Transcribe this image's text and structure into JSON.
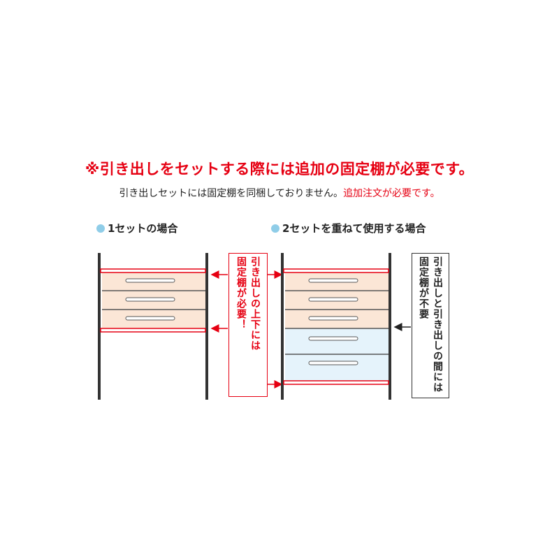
{
  "headline": "※引き出しをセットする際には追加の固定棚が必要です。",
  "subline": {
    "black": "引き出しセットには固定棚を同梱しておりません。",
    "red": "追加注文が必要です。"
  },
  "sections": [
    {
      "label": "1セットの場合"
    },
    {
      "label": "2セットを重ねて使用する場合"
    }
  ],
  "callouts": {
    "red_box": {
      "col1": "引き出しの上下には",
      "col2": "固定棚が必要！"
    },
    "black_box": {
      "col1": "引き出しと引き出しの間には",
      "col2": "固定棚が不要"
    }
  },
  "colors": {
    "accent_red": "#e60012",
    "drawer_peach": "#fbe6d6",
    "drawer_blue": "#e5f3fb",
    "bullet_blue": "#8fcde8"
  }
}
